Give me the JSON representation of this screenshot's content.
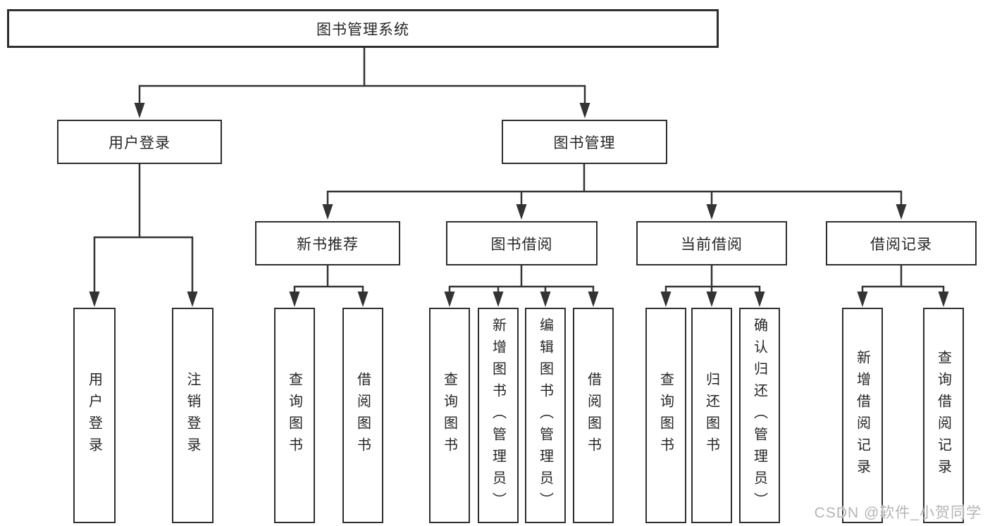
{
  "diagram": {
    "root": {
      "label": "图书管理系统"
    },
    "children": [
      {
        "label": "用户登录",
        "children": [
          {
            "label": "用户登录"
          },
          {
            "label": "注销登录"
          }
        ]
      },
      {
        "label": "图书管理",
        "children": [
          {
            "label": "新书推荐",
            "children": [
              {
                "label": "查询图书"
              },
              {
                "label": "借阅图书"
              }
            ]
          },
          {
            "label": "图书借阅",
            "children": [
              {
                "label": "查询图书"
              },
              {
                "label": "新增图书（管理员）"
              },
              {
                "label": "编辑图书（管理员）"
              },
              {
                "label": "借阅图书"
              }
            ]
          },
          {
            "label": "当前借阅",
            "children": [
              {
                "label": "查询图书"
              },
              {
                "label": "归还图书"
              },
              {
                "label": "确认归还（管理员）"
              }
            ]
          },
          {
            "label": "借阅记录",
            "children": [
              {
                "label": "新增借阅记录"
              },
              {
                "label": "查询借阅记录"
              }
            ]
          }
        ]
      }
    ]
  },
  "watermark": {
    "text": "CSDN @软件_小贺同学"
  },
  "colors": {
    "line": "#333333",
    "box_border": "#2e2e2e",
    "text": "#262626",
    "watermark": "#b5b5b5",
    "background": "#ffffff"
  }
}
